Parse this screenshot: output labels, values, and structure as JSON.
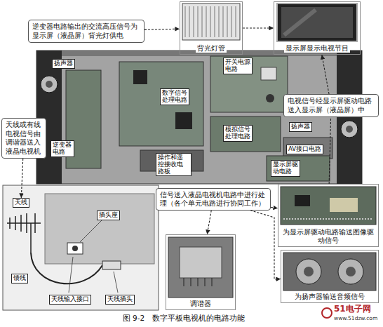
{
  "diagram": {
    "caption": "图 9-2　数字平板电视机的电路功能",
    "nodes": [
      {
        "text": [
          "逆变器电路输出的交流高压信号为显示屏（液晶屏）背光灯供电"
        ]
      },
      {
        "text": [
          "背光灯管"
        ]
      },
      {
        "text": [
          "显示屏显示电视节目"
        ]
      },
      {
        "text": [
          "扬声器"
        ]
      },
      {
        "text": [
          "开关电源电路"
        ]
      },
      {
        "text": [
          "数字信号处理电路"
        ]
      },
      {
        "text": [
          "电视信号经显示屏驱动电路送入显示屏（液晶屏）中"
        ]
      },
      {
        "text": [
          "天线或有线电视信号由调谐器送入液晶电视机"
        ]
      },
      {
        "text": [
          "扬声器"
        ]
      },
      {
        "text": [
          "模拟信号处理电路"
        ]
      },
      {
        "text": [
          "逆变器电路"
        ]
      },
      {
        "text": [
          "AV接口电路"
        ]
      },
      {
        "text": [
          "操作和遥控接收电路板"
        ]
      },
      {
        "text": [
          "显示屏驱动电路"
        ]
      },
      {
        "text": [
          "信号送入液晶电视机电路中进行处理（各个单元电路进行协同工作）"
        ]
      },
      {
        "text": [
          "为显示屏驱动电路输送图像驱动信号"
        ]
      },
      {
        "text": [
          "天线"
        ]
      },
      {
        "text": [
          "插头座"
        ]
      },
      {
        "text": [
          "调谐器"
        ]
      },
      {
        "text": [
          "为扬声器输送音频信号"
        ]
      },
      {
        "text": [
          "馈线"
        ]
      },
      {
        "text": [
          "天线输入接口"
        ]
      },
      {
        "text": [
          "天线插头"
        ]
      }
    ],
    "edges": [
      {
        "from": 0,
        "to": 1,
        "arrow": "to"
      },
      {
        "from": 1,
        "to": 2,
        "arrow": "to"
      },
      {
        "from": 15,
        "to": 6,
        "arrow": "none"
      },
      {
        "from": 6,
        "to": 2,
        "arrow": "to"
      },
      {
        "from": 7,
        "to": 16,
        "arrow": "to"
      },
      {
        "from": 14,
        "to": 18,
        "arrow": "to"
      },
      {
        "from": 14,
        "to": 15,
        "arrow": "to"
      },
      {
        "from": 14,
        "to": 19,
        "arrow": "to"
      }
    ],
    "labels": [
      "51电子网",
      "www.51dzw.com"
    ]
  }
}
